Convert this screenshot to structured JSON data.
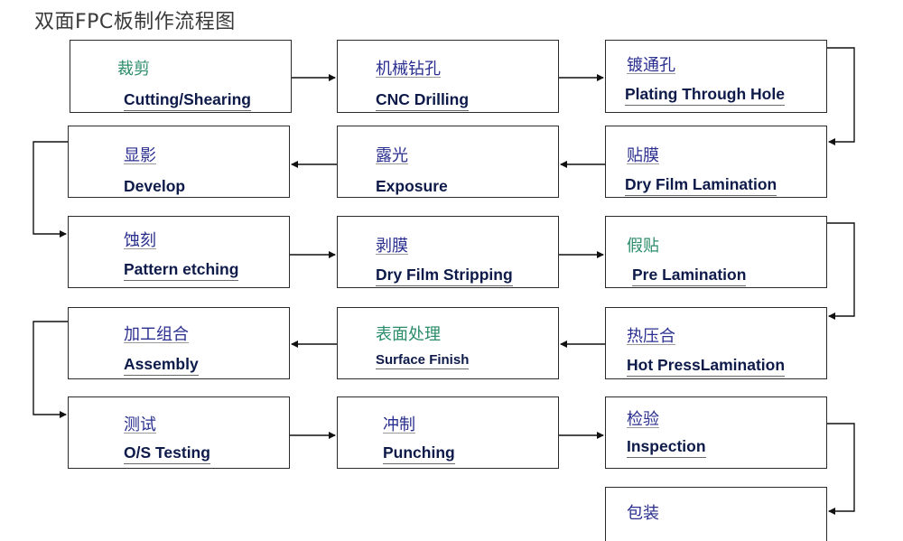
{
  "title": "双面FPC板制作流程图",
  "steps": [
    {
      "cn": "裁剪",
      "en": "Cutting/Shearing"
    },
    {
      "cn": "机械钻孔",
      "en": "CNC Drilling"
    },
    {
      "cn": "镀通孔",
      "en": "Plating Through Hole"
    },
    {
      "cn": "显影",
      "en": "Develop"
    },
    {
      "cn": "露光",
      "en": "Exposure"
    },
    {
      "cn": "贴膜",
      "en": "Dry Film Lamination"
    },
    {
      "cn": "蚀刻",
      "en": "Pattern etching"
    },
    {
      "cn": "剥膜",
      "en": "Dry Film Stripping"
    },
    {
      "cn": "假贴",
      "en": "Pre Lamination"
    },
    {
      "cn": "加工组合",
      "en": "Assembly"
    },
    {
      "cn": "表面处理",
      "en": "Surface  Finish"
    },
    {
      "cn": "热压合",
      "en": "Hot PressLamination"
    },
    {
      "cn": "测试",
      "en": "O/S Testing"
    },
    {
      "cn": "冲制",
      "en": "Punching"
    },
    {
      "cn": "检验",
      "en": "Inspection"
    },
    {
      "cn": "包装",
      "en": ""
    }
  ]
}
